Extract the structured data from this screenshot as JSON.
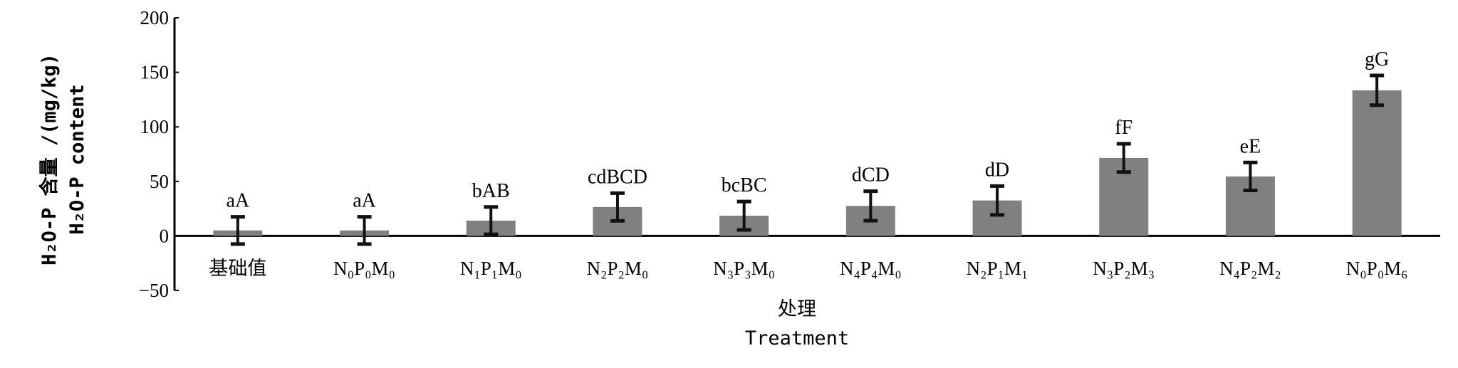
{
  "chart_data": {
    "type": "bar",
    "title": "",
    "xlabel": [
      "处理",
      "Treatment"
    ],
    "ylabel": [
      "H₂O-P 含量 /(mg/kg)",
      "H₂O-P content"
    ],
    "ylim": [
      -50,
      200
    ],
    "yticks": [
      -50,
      0,
      50,
      100,
      150,
      200
    ],
    "grid": false,
    "categories": [
      "基础值",
      "N₀P₀M₀",
      "N₁P₁M₀",
      "N₂P₂M₀",
      "N₃P₃M₀",
      "N₄P₄M₀",
      "N₂P₁M₁",
      "N₃P₂M₃",
      "N₄P₂M₂",
      "N₀P₀M₆"
    ],
    "values": [
      5,
      5,
      14,
      26.5,
      18.5,
      27.5,
      32.5,
      71.5,
      54.5,
      133.5
    ],
    "errors": [
      12.5,
      12.5,
      12.5,
      12.7,
      13,
      13.5,
      13.2,
      13,
      12.8,
      13.6
    ],
    "significance": [
      "aA",
      "aA",
      "bAB",
      "cdBCD",
      "bcBC",
      "dCD",
      "dD",
      "fF",
      "eE",
      "gG"
    ],
    "colors": {
      "bar": "#808080",
      "axis": "#000000"
    }
  }
}
